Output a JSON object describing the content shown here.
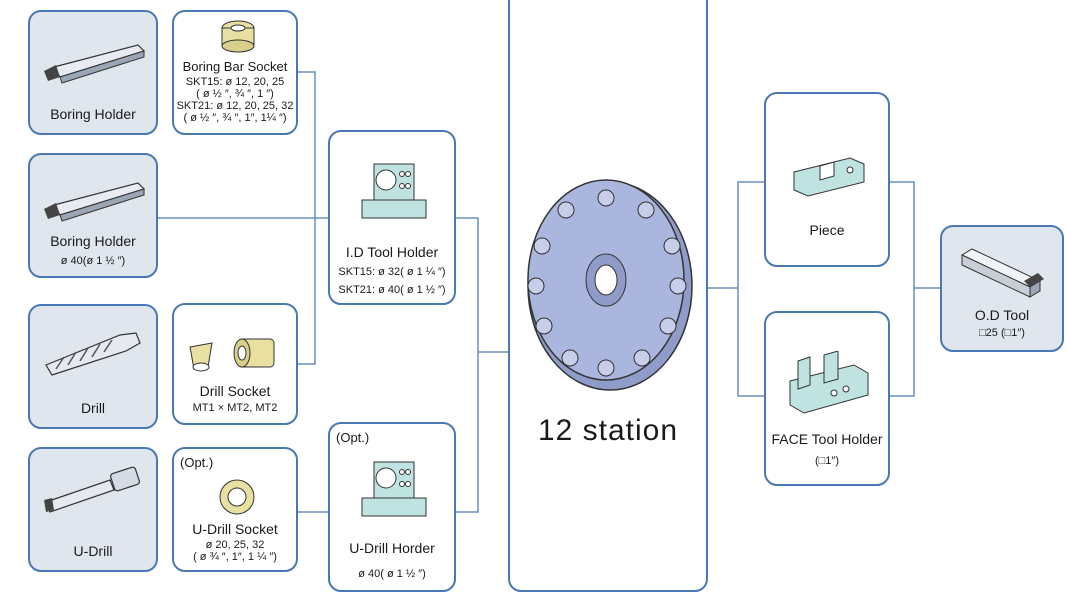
{
  "tools": {
    "boring_holder_1": {
      "label": "Boring Holder"
    },
    "boring_holder_2": {
      "label": "Boring Holder",
      "size": "ø 40(ø 1 ½ ″)"
    },
    "drill": {
      "label": "Drill"
    },
    "u_drill": {
      "label": "U-Drill"
    }
  },
  "sockets": {
    "boring_bar_socket": {
      "title": "Boring Bar Socket",
      "line1": "SKT15: ø 12, 20, 25",
      "line2": "( ø ½ ″, ¾ ″, 1 ″)",
      "line3": "SKT21: ø 12, 20, 25, 32",
      "line4": "( ø ½ ″, ¾ ″, 1″, 1¼ ″)"
    },
    "drill_socket": {
      "title": "Drill Socket",
      "spec": "MT1 × MT2, MT2"
    },
    "u_drill_socket": {
      "opt": "(Opt.)",
      "title": "U-Drill Socket",
      "line1": "ø 20, 25, 32",
      "line2": "( ø ¾ ″, 1″, 1 ¼ ″)"
    }
  },
  "holders": {
    "id_tool_holder": {
      "title": "I.D Tool Holder",
      "line1": "SKT15: ø 32( ø 1 ¼ ″)",
      "line2": "SKT21: ø 40( ø 1 ½ ″)"
    },
    "u_drill_horder": {
      "opt": "(Opt.)",
      "title": "U-Drill Horder",
      "line1": "ø 40( ø 1 ½ ″)"
    }
  },
  "turret": {
    "label": "12 station"
  },
  "right": {
    "piece": {
      "label": "Piece"
    },
    "face_tool_holder": {
      "title": "FACE Tool Holder",
      "line1": "(□1″)"
    },
    "od_tool": {
      "title": "O.D Tool",
      "line1": "□25 (□1″)"
    }
  },
  "colors": {
    "border": "#4a78b4",
    "line": "#6a8fbf",
    "shaded": "#dfe6ee",
    "part": "#bfe3e0",
    "turret": "#aab6dd"
  }
}
